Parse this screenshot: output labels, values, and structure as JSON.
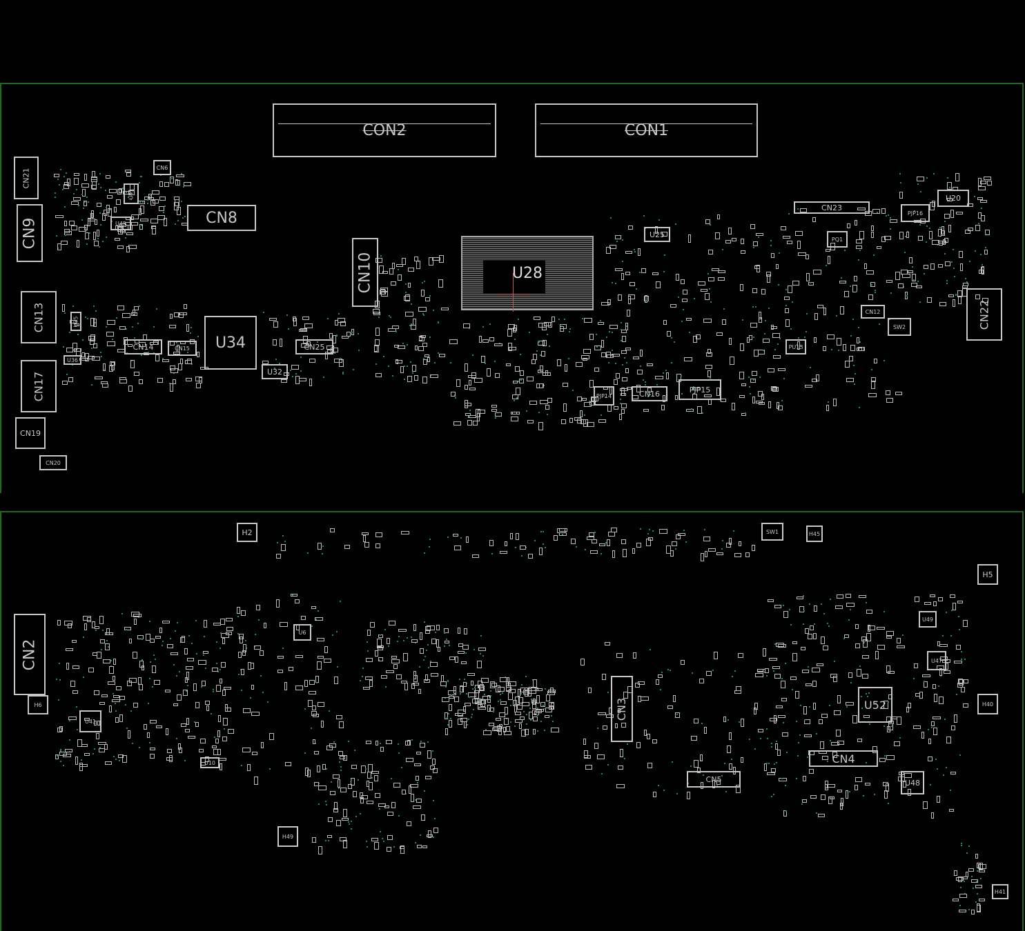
{
  "colors": {
    "background": "#000000",
    "board_outline": "#1c6a1c",
    "silkscreen": "#c8c8c8",
    "via": "#1f8a6a",
    "marker": "#c05a5a"
  },
  "top_side": {
    "components": {
      "CON2": "CON2",
      "CON1": "CON1",
      "CN21": "CN21",
      "CN9": "CN9",
      "CN13": "CN13",
      "CN17": "CN17",
      "CN19": "CN19",
      "CN20": "CN20",
      "CN6": "CN6",
      "U41": "U41",
      "U45": "U45",
      "U35": "U35",
      "U36": "U36",
      "CN8": "CN8",
      "CN10": "CN10",
      "U28": "U28",
      "U34": "U34",
      "U32": "U32",
      "CN14": "CN14",
      "CN15": "CN15",
      "CN25": "CN25",
      "U25": "U25",
      "CN23": "CN23",
      "PJP16": "PJP16",
      "U20": "U20",
      "PQ1": "PQ1",
      "CN12": "CN12",
      "SW2": "SW2",
      "CN22": "CN22",
      "PU13": "PU13",
      "CN16": "CN16",
      "PJP15": "PJP15",
      "PJP14": "PJP14"
    }
  },
  "bottom_side": {
    "components": {
      "H2": "H2",
      "SW1": "SW1",
      "H45": "H45",
      "H5": "H5",
      "CN2": "CN2",
      "H6": "H6",
      "U6": "U6",
      "U41": "U41",
      "U10": "U10",
      "CN3": "CN3",
      "U52": "U52",
      "U49": "U49",
      "U47": "U47",
      "CN4": "CN4",
      "CN5": "CN5",
      "U48": "U48",
      "H40": "H40",
      "H49": "H49",
      "H41": "H41"
    }
  }
}
